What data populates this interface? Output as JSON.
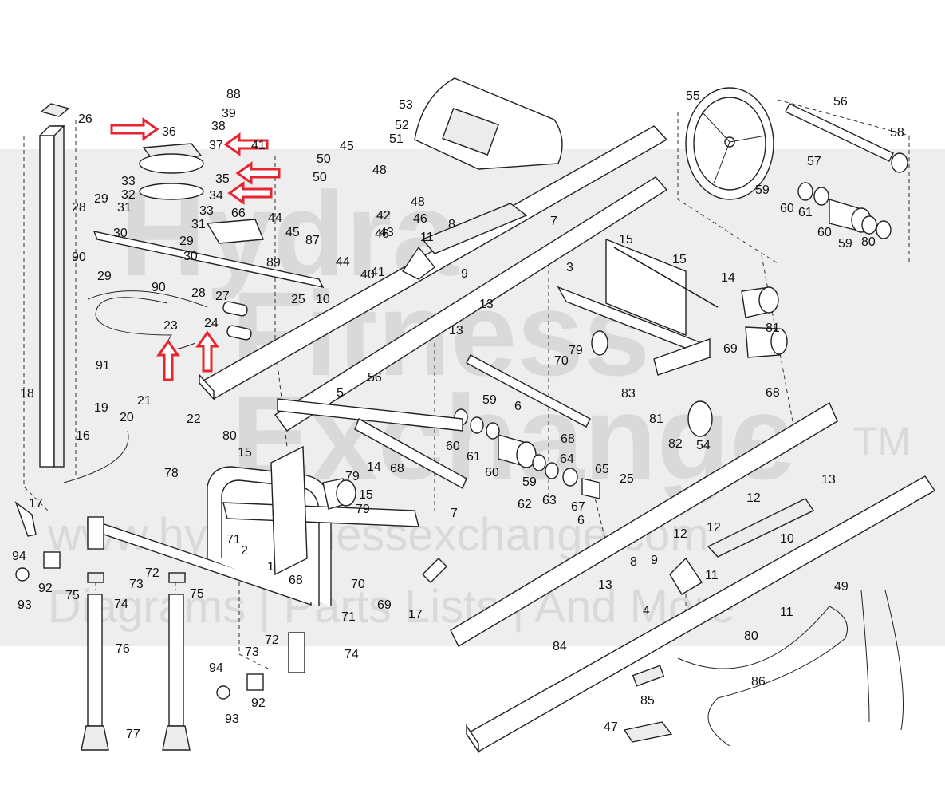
{
  "watermark": {
    "line1": "Hydra",
    "line2": "Fitness",
    "line3": "Exchange",
    "tm": "TM",
    "url": "www.hydrafitnessexchange.com",
    "tagline": "Diagrams | Parts Lists | And More"
  },
  "colors": {
    "arrow": "#e52630",
    "line": "#222222",
    "watermark_band": "#d9d9d9"
  },
  "part_labels": [
    "88",
    "39",
    "26",
    "36",
    "38",
    "37",
    "41",
    "35",
    "34",
    "33",
    "33",
    "32",
    "31",
    "31",
    "29",
    "28",
    "29",
    "30",
    "30",
    "90",
    "29",
    "90",
    "28",
    "27",
    "66",
    "89",
    "23",
    "24",
    "25",
    "91",
    "18",
    "19",
    "21",
    "22",
    "20",
    "16",
    "17",
    "94",
    "93",
    "92",
    "75",
    "74",
    "73",
    "72",
    "75",
    "76",
    "77",
    "71",
    "2",
    "1",
    "78",
    "80",
    "15",
    "79",
    "15",
    "79",
    "68",
    "70",
    "69",
    "17",
    "71",
    "72",
    "73",
    "94",
    "92",
    "93",
    "74",
    "53",
    "52",
    "51",
    "50",
    "45",
    "50",
    "48",
    "48",
    "46",
    "42",
    "44",
    "45",
    "87",
    "46",
    "44",
    "43",
    "41",
    "40",
    "10",
    "11",
    "9",
    "8",
    "7",
    "13",
    "13",
    "5",
    "56",
    "59",
    "60",
    "61",
    "60",
    "59",
    "62",
    "63",
    "64",
    "65",
    "25",
    "67",
    "6",
    "6",
    "68",
    "68",
    "7",
    "14",
    "15",
    "3",
    "15",
    "14",
    "81",
    "79",
    "70",
    "69",
    "68",
    "83",
    "81",
    "82",
    "54",
    "55",
    "56",
    "58",
    "57",
    "59",
    "60",
    "61",
    "60",
    "59",
    "80",
    "13",
    "12",
    "12",
    "12",
    "9",
    "10",
    "11",
    "13",
    "4",
    "8",
    "11",
    "80",
    "84",
    "86",
    "85",
    "47",
    "49"
  ]
}
